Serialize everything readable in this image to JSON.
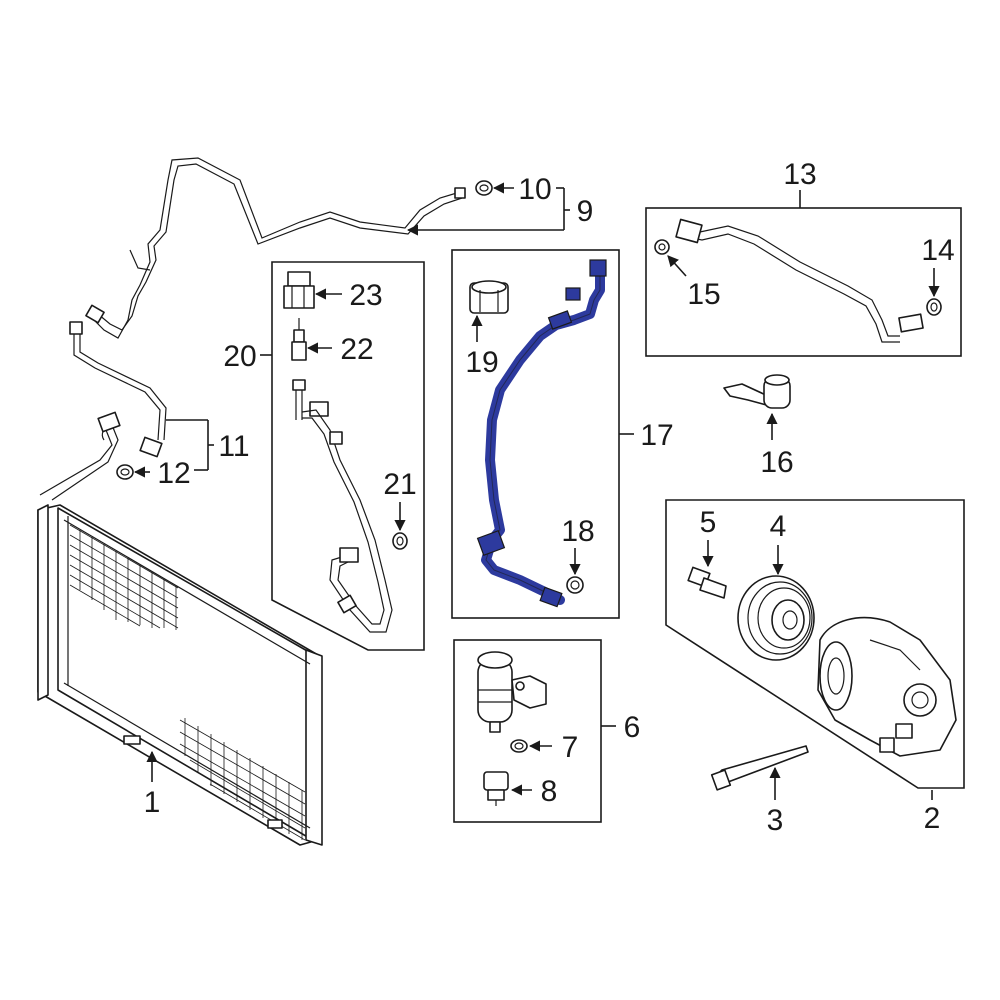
{
  "colors": {
    "line": "#1a1a1a",
    "highlight": "#2d3a9e",
    "background": "#ffffff"
  },
  "callouts": {
    "c1": "1",
    "c2": "2",
    "c3": "3",
    "c4": "4",
    "c5": "5",
    "c6": "6",
    "c7": "7",
    "c8": "8",
    "c9": "9",
    "c10": "10",
    "c11": "11",
    "c12": "12",
    "c13": "13",
    "c14": "14",
    "c15": "15",
    "c16": "16",
    "c17": "17",
    "c18": "18",
    "c19": "19",
    "c20": "20",
    "c21": "21",
    "c22": "22",
    "c23": "23"
  },
  "highlighted_part": "17"
}
